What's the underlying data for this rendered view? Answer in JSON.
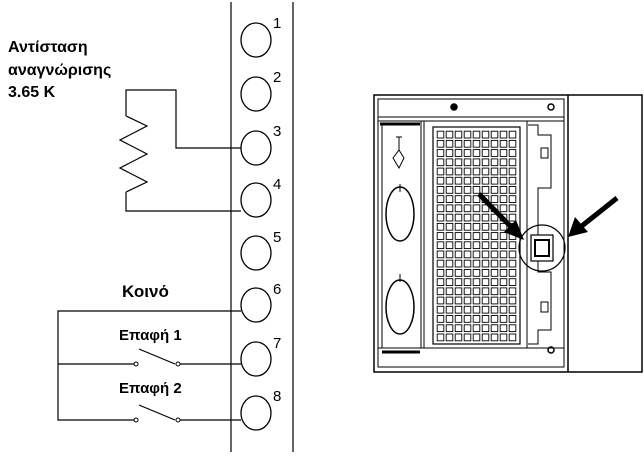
{
  "resistor": {
    "label_line1": "Αντίσταση",
    "label_line2": "αναγνώρισης",
    "label_line3": "3.65 K"
  },
  "common_label": "Κοινό",
  "contact1_label": "Επαφή 1",
  "contact2_label": "Επαφή 2",
  "terminals": [
    "1",
    "2",
    "3",
    "4",
    "5",
    "6",
    "7",
    "8"
  ]
}
